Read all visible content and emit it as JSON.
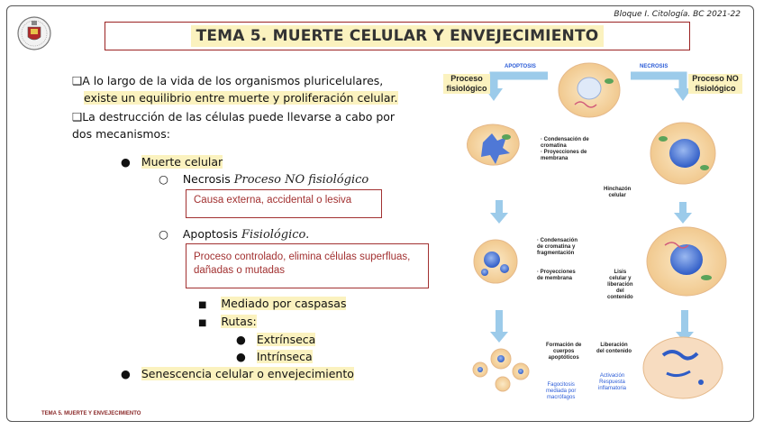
{
  "header": {
    "note": "Bloque I. Citología. BC 2021-22",
    "title": "TEMA 5. MUERTE CELULAR Y ENVEJECIMIENTO"
  },
  "intro": {
    "p1_a": "A lo largo de la vida de los organismos pluricelulares,",
    "p1_b": "existe un equilibrio entre muerte y proliferación celular.",
    "p2_a": "La destrucción de las células puede llevarse a cabo por",
    "p2_b": "dos mecanismos:"
  },
  "list": {
    "muerte": "Muerte celular",
    "necrosis": "Necrosis",
    "necrosis_note": "Proceso NO fisiológico",
    "necrosis_box": "Causa externa, accidental o lesiva",
    "apoptosis": "Apoptosis",
    "apoptosis_note": "Fisiológico.",
    "apoptosis_box_1": "Proceso controlado, elimina células superfluas,",
    "apoptosis_box_2": "dañadas o mutadas",
    "mediado": "Mediado por caspasas",
    "rutas": "Rutas:",
    "extrinseca": "Extrínseca",
    "intrinseca": "Intrínseca",
    "senescencia": "Senescencia celular o envejecimiento"
  },
  "diagram": {
    "apoptosis_tag": "APOPTOSIS",
    "necrosis_tag": "NECROSIS",
    "fisiologico_1": "Proceso",
    "fisiologico_2": "fisiológico",
    "no_fisiologico_1": "Proceso NO",
    "no_fisiologico_2": "fisiológico",
    "cond_crom_1": "· Condensación de",
    "cond_crom_2": "cromatina",
    "proy_1": "· Proyecciones de",
    "proy_2": "membrana",
    "hinchazon_1": "Hinchazón",
    "hinchazon_2": "celular",
    "cond_frag_1": "· Condensación",
    "cond_frag_2": "de cromatina y",
    "cond_frag_3": "fragmentación",
    "proy2_1": "· Proyecciones",
    "proy2_2": "de membrana",
    "lisis_1": "Lisis",
    "lisis_2": "celular y",
    "lisis_3": "liberación",
    "lisis_4": "del",
    "lisis_5": "contenido",
    "formacion_1": "Formación de",
    "formacion_2": "cuerpos",
    "formacion_3": "apoptóticos",
    "liberacion_1": "Liberación",
    "liberacion_2": "del contenido",
    "fago_1": "Fagocitosis",
    "fago_2": "mediada por",
    "fago_3": "macrófagos",
    "activ_1": "Activación",
    "activ_2": "Respuesta",
    "activ_3": "inflamatoria"
  },
  "footer": {
    "text": "TEMA 5. MUERTE Y ENVEJECIMIENTO"
  }
}
